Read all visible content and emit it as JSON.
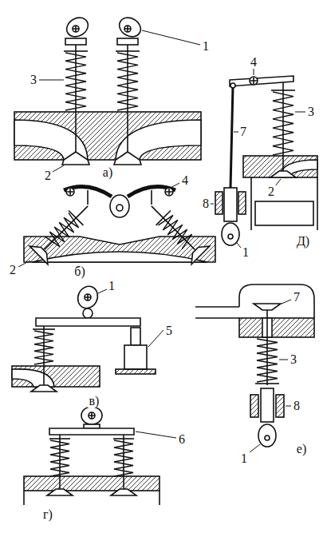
{
  "diagram": {
    "labels": [
      "1",
      "3",
      "2",
      "а)",
      "4",
      "2",
      "б)",
      "1",
      "5",
      "в)",
      "6",
      "г)",
      "4",
      "7",
      "3",
      "2",
      "8",
      "1",
      "Д)",
      "7",
      "3",
      "8",
      "1",
      "е)"
    ]
  }
}
